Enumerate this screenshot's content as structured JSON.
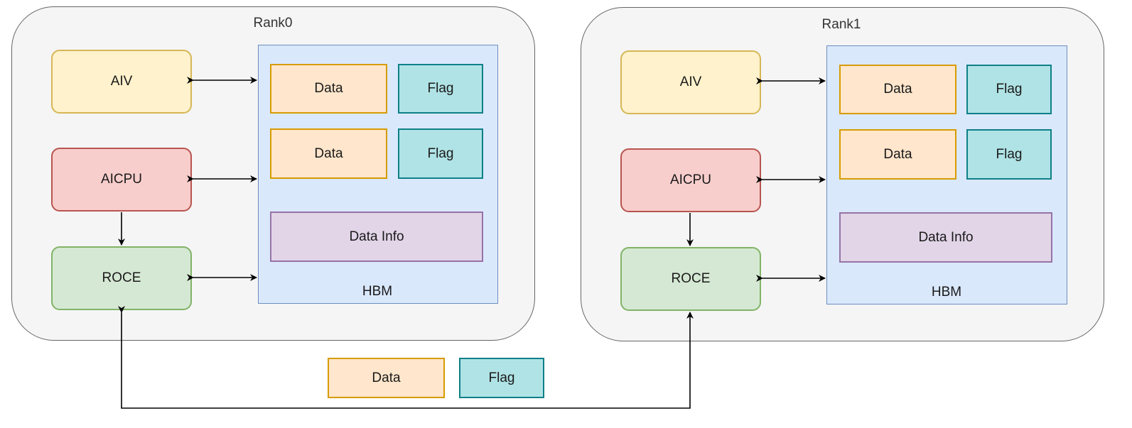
{
  "colors": {
    "aiv_fill": "#fff2cc",
    "aiv_stroke": "#d6b656",
    "aicpu_fill": "#f8cecc",
    "aicpu_stroke": "#b85450",
    "roce_fill": "#d5e8d4",
    "roce_stroke": "#82b366",
    "data_fill": "#ffe6cc",
    "data_stroke": "#d79b00",
    "flag_fill": "#b0e3e6",
    "flag_stroke": "#0e8088",
    "info_fill": "#e1d5e7",
    "info_stroke": "#9673a6",
    "hbm_fill": "#dae8fc",
    "hbm_stroke": "#6c8ebf"
  },
  "ranks": [
    {
      "title": "Rank0",
      "aiv": "AIV",
      "aicpu": "AICPU",
      "roce": "ROCE",
      "hbm": {
        "label": "HBM",
        "data_1": "Data",
        "flag_1": "Flag",
        "data_2": "Data",
        "flag_2": "Flag",
        "info": "Data Info"
      }
    },
    {
      "title": "Rank1",
      "aiv": "AIV",
      "aicpu": "AICPU",
      "roce": "ROCE",
      "hbm": {
        "label": "HBM",
        "data_1": "Data",
        "flag_1": "Flag",
        "data_2": "Data",
        "flag_2": "Flag",
        "info": "Data Info"
      }
    }
  ],
  "transfer": {
    "data": "Data",
    "flag": "Flag"
  }
}
